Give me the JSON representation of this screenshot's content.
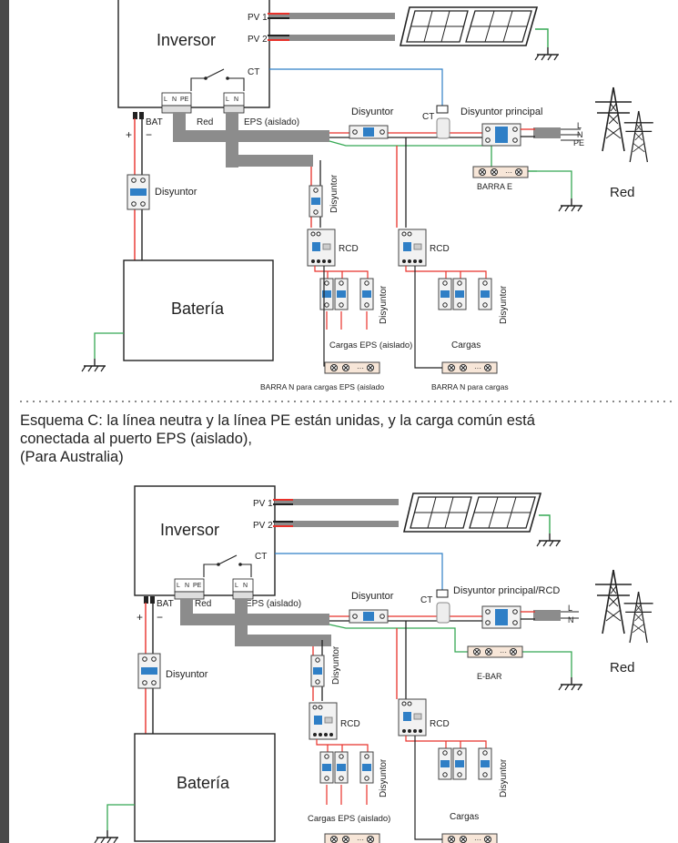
{
  "colors": {
    "red": "#e8312a",
    "green": "#35a853",
    "blue": "#2f7fc6",
    "gray": "#8c8c8c",
    "black": "#222222",
    "sidebar": "#4a4a4a"
  },
  "top": {
    "inverter": "Inversor",
    "pv1": "PV 1",
    "pv2": "PV 2",
    "ct_inv": "CT",
    "term_l": "L",
    "term_n": "N",
    "term_pe": "PE",
    "bat": "BAT",
    "grid_port": "Red",
    "eps_port": "EPS (aislado)",
    "plus": "+",
    "minus": "−",
    "breaker_bat": "Disyuntor",
    "breaker_top": "Disyuntor",
    "ct_line": "CT",
    "main_breaker": "Disyuntor principal",
    "line_l": "L",
    "line_n": "N",
    "line_pe": "PE",
    "e_bar": "BARRA E",
    "grid": "Red",
    "breaker_vert": "Disyuntor",
    "rcd1": "RCD",
    "rcd2": "RCD",
    "breaker_loads1": "Disyuntor",
    "breaker_loads2": "Disyuntor",
    "loads_eps": "Cargas EPS (aislado)",
    "loads": "Cargas",
    "nbar_eps": "BARRA N para cargas EPS (aislado",
    "nbar_loads": "BARRA N para cargas",
    "battery": "Batería"
  },
  "caption": {
    "line1": "Esquema C: la línea neutra y la línea PE están unidas, y la carga común está",
    "line2": "conectada al puerto EPS (aislado),",
    "line3": "(Para Australia)"
  },
  "bottom": {
    "inverter": "Inversor",
    "pv1": "PV 1",
    "pv2": "PV 2",
    "ct_inv": "CT",
    "term_l": "L",
    "term_n": "N",
    "term_pe": "PE",
    "bat": "BAT",
    "grid_port": "Red",
    "eps_port": "EPS (aislado)",
    "plus": "+",
    "minus": "−",
    "breaker_bat": "Disyuntor",
    "breaker_top": "Disyuntor",
    "ct_line": "CT",
    "main_breaker": "Disyuntor principal/RCD",
    "line_l": "L",
    "line_n": "N",
    "e_bar": "E-BAR",
    "grid": "Red",
    "breaker_vert": "Disyuntor",
    "rcd1": "RCD",
    "rcd2": "RCD",
    "breaker_loads1": "Disyuntor",
    "breaker_loads2": "Disyuntor",
    "loads_eps": "Cargas EPS (aislado)",
    "loads": "Cargas",
    "battery": "Batería"
  }
}
